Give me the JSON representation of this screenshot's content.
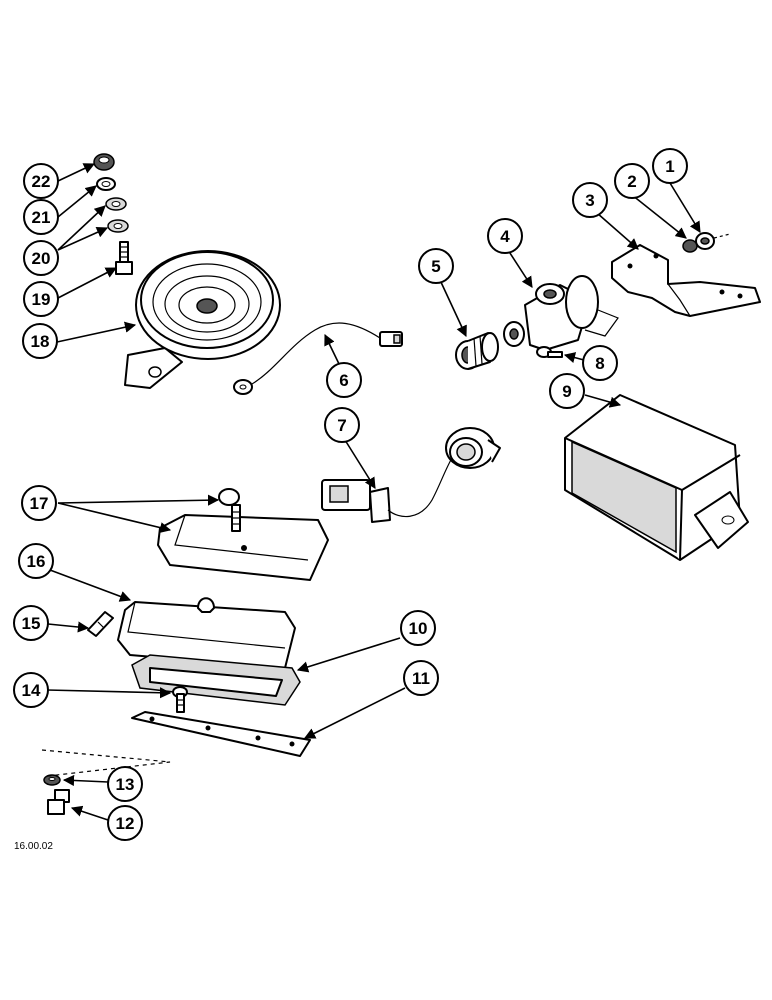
{
  "figure_ref": "16.00.02",
  "callouts": {
    "c1": "1",
    "c2": "2",
    "c3": "3",
    "c4": "4",
    "c5": "5",
    "c6": "6",
    "c7": "7",
    "c8": "8",
    "c9": "9",
    "c10": "10",
    "c11": "11",
    "c12": "12",
    "c13": "13",
    "c14": "14",
    "c15": "15",
    "c16": "16",
    "c17": "17",
    "c18": "18",
    "c19": "19",
    "c20": "20",
    "c21": "21",
    "c22": "22"
  }
}
